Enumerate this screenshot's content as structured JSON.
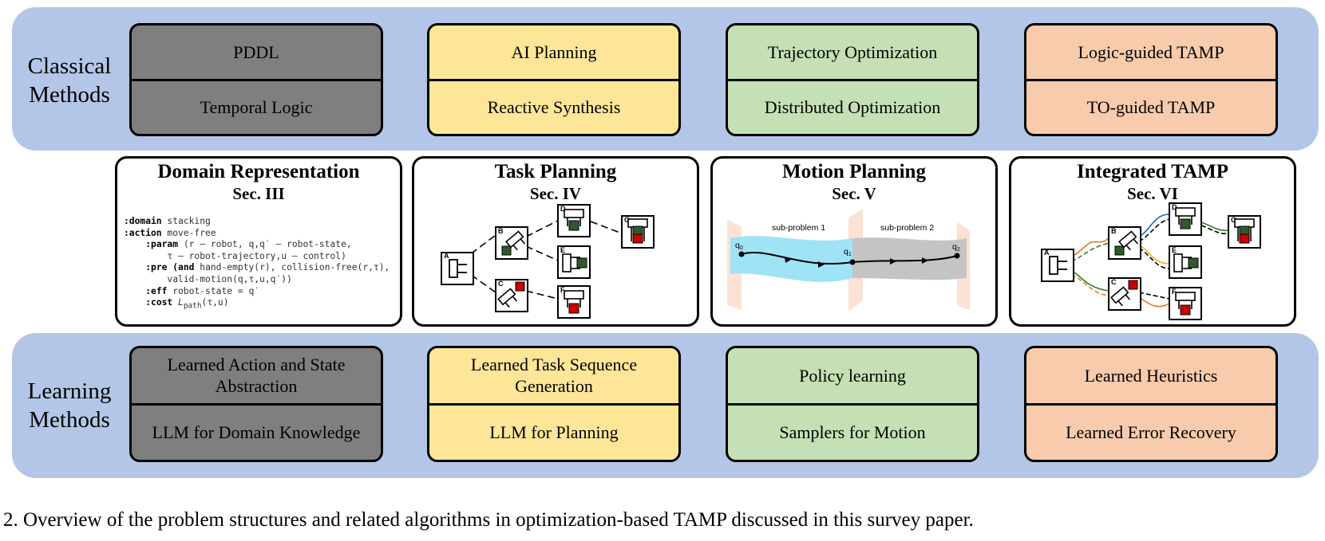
{
  "classical": {
    "label_line1": "Classical",
    "label_line2": "Methods",
    "boxes": [
      {
        "top": "PDDL",
        "bottom": "Temporal Logic",
        "color": "#7f7f7f"
      },
      {
        "top": "AI Planning",
        "bottom": "Reactive Synthesis",
        "color": "#fee699"
      },
      {
        "top": "Trajectory Optimization",
        "bottom": "Distributed Optimization",
        "color": "#c5e0b4"
      },
      {
        "top": "Logic-guided TAMP",
        "bottom": "TO-guided TAMP",
        "color": "#f8cbad"
      }
    ]
  },
  "learning": {
    "label_line1": "Learning",
    "label_line2": "Methods",
    "boxes": [
      {
        "top": "Learned Action and State Abstraction",
        "bottom": "LLM for Domain Knowledge",
        "color": "#7f7f7f"
      },
      {
        "top": "Learned Task Sequence Generation",
        "bottom": "LLM for Planning",
        "color": "#fee699"
      },
      {
        "top": "Policy learning",
        "bottom": "Samplers for Motion",
        "color": "#c5e0b4"
      },
      {
        "top": "Learned Heuristics",
        "bottom": "Learned Error Recovery",
        "color": "#f8cbad"
      }
    ]
  },
  "panels": [
    {
      "title": "Domain Representation",
      "section": "Sec. III",
      "code": {
        "domain_kw": ":domain",
        "domain_val": "stacking",
        "action_kw": ":action",
        "action_val": "move-free",
        "param_kw": ":param",
        "param_line1": "(r – robot, q,q′ – robot-state,",
        "param_line2": "τ – robot-trajectory,u – control)",
        "pre_kw": ":pre",
        "pre_and": "(and",
        "pre_line1": "hand-empty(r), collision-free(r,τ),",
        "pre_line2": "valid-motion(q,τ,u,q′))",
        "eff_kw": ":eff",
        "eff_val": "robot-state = q′",
        "cost_kw": ":cost",
        "cost_val": "L",
        "cost_sub": "path",
        "cost_args": "(τ,u)"
      }
    },
    {
      "title": "Task Planning",
      "section": "Sec. IV",
      "nodes": [
        "A",
        "B",
        "C",
        "D",
        "E",
        "F",
        "G"
      ]
    },
    {
      "title": "Motion Planning",
      "section": "Sec. V",
      "subproblems": [
        "sub-problem 1",
        "sub-problem 2"
      ],
      "points": [
        "q",
        "q",
        "q"
      ],
      "point_subs": [
        "0",
        "1",
        "2"
      ]
    },
    {
      "title": "Integrated TAMP",
      "section": "Sec. VI",
      "nodes": [
        "A",
        "B",
        "C",
        "D",
        "E",
        "F",
        "G"
      ]
    }
  ],
  "colors": {
    "band": "#b3c6e7",
    "block_green": "#2e5a2e",
    "block_red": "#cc0000",
    "corridor_blue": "#9fe3f7",
    "corridor_gray": "#c4c4c4",
    "plane": "#fbe2d5"
  },
  "caption": "2.  Overview of the problem structures and related algorithms in optimization-based TAMP discussed in this survey paper."
}
